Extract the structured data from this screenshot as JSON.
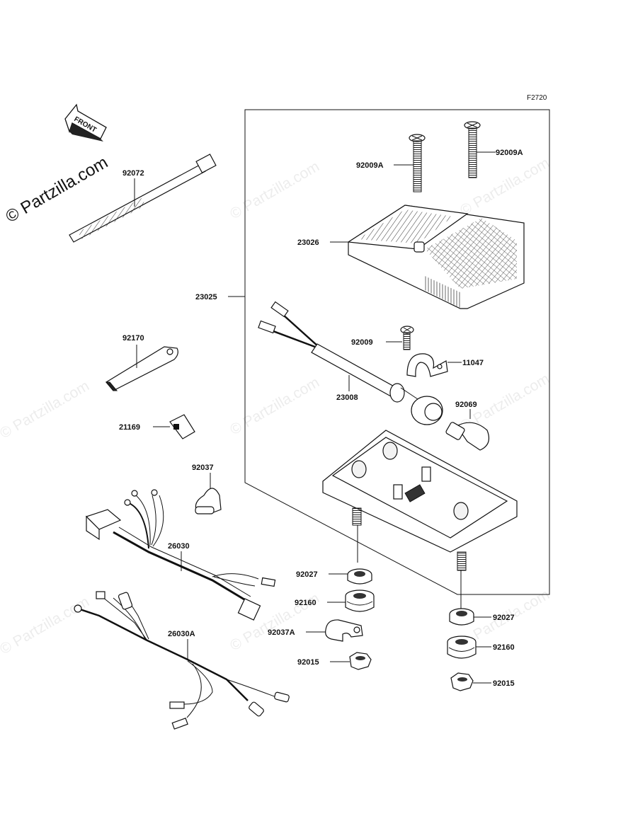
{
  "figure_code": "F2720",
  "front_arrow_label": "FRONT",
  "watermark_main": "© Partzilla.com",
  "watermark_faint": "© Partzilla.com",
  "callouts": {
    "p92072": "92072",
    "p92009A_left": "92009A",
    "p92009A_right": "92009A",
    "p23026": "23026",
    "p23025": "23025",
    "p92009": "92009",
    "p11047": "11047",
    "p23008": "23008",
    "p92170": "92170",
    "p92069": "92069",
    "p21169": "21169",
    "p92037": "92037",
    "p26030": "26030",
    "p92027_left": "92027",
    "p92160_left": "92160",
    "p92037A": "92037A",
    "p92015_left": "92015",
    "p26030A": "26030A",
    "p92027_right": "92027",
    "p92160_right": "92160",
    "p92015_right": "92015"
  }
}
